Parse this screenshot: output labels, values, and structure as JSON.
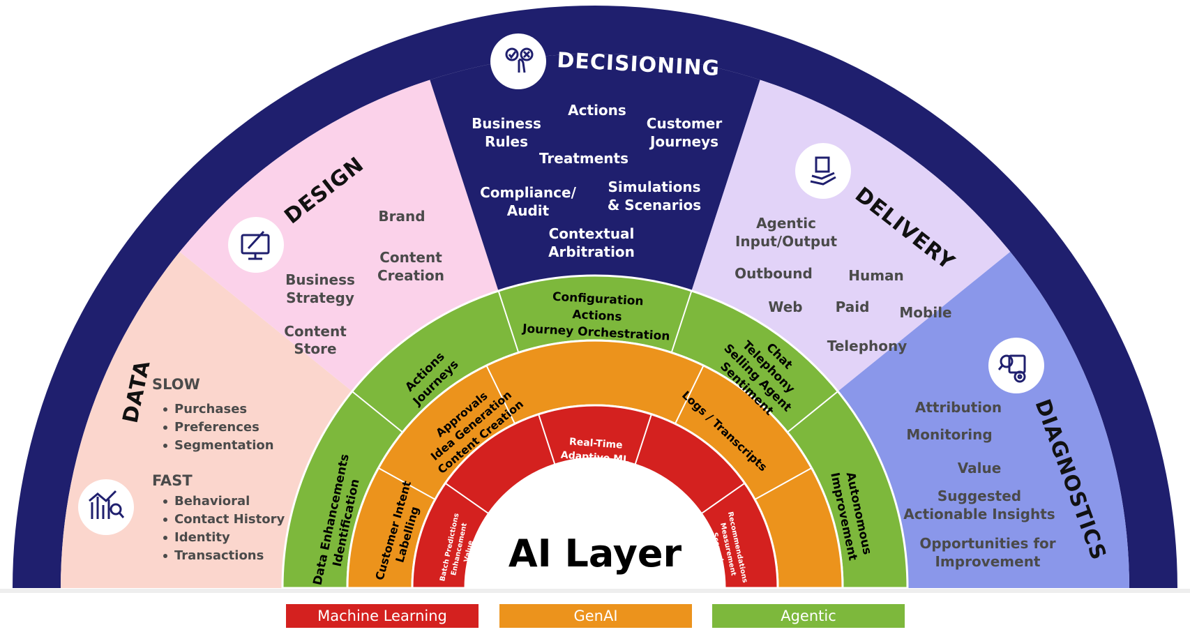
{
  "colors": {
    "navy": "#1f1f6e",
    "data_bg": "#fbd6cd",
    "design_bg": "#fbd2ea",
    "delivery_bg": "#e2d3f8",
    "diagnostics_bg": "#8a97ea",
    "agentic": "#7db83c",
    "genai": "#ec931c",
    "ml": "#d4211f"
  },
  "sections": {
    "data": {
      "title": "DATA",
      "icon": "analytics-chart-icon",
      "slow_heading": "SLOW",
      "slow_items": [
        "Purchases",
        "Preferences",
        "Segmentation"
      ],
      "fast_heading": "FAST",
      "fast_items": [
        "Behavioral",
        "Contact History",
        "Identity",
        "Transactions"
      ]
    },
    "design": {
      "title": "DESIGN",
      "icon": "design-monitor-icon",
      "items": [
        "Brand",
        "Content",
        "Creation",
        "Business",
        "Strategy",
        "Content",
        "Store"
      ]
    },
    "decisioning": {
      "title": "DECISIONING",
      "icon": "decision-check-icon",
      "items": [
        "Business",
        "Rules",
        "Actions",
        "Customer",
        "Journeys",
        "Treatments",
        "Compliance/",
        "Audit",
        "Simulations",
        "& Scenarios",
        "Contextual",
        "Arbitration"
      ]
    },
    "delivery": {
      "title": "DELIVERY",
      "icon": "delivery-hand-icon",
      "items": [
        "Agentic",
        "Input/Output",
        "Outbound",
        "Human",
        "Web",
        "Paid",
        "Mobile",
        "Telephony"
      ]
    },
    "diagnostics": {
      "title": "DIAGNOSTICS",
      "icon": "diagnostics-gear-icon",
      "items": [
        "Attribution",
        "Monitoring",
        "Value",
        "Suggested",
        "Actionable Insights",
        "Opportunities for",
        "Improvement"
      ]
    }
  },
  "rings": {
    "agentic": {
      "data": [
        "Data Enhancements",
        "Identification"
      ],
      "design": [
        "Actions",
        "Journeys"
      ],
      "decisioning": [
        "Configuration",
        "Actions",
        "Journey Orchestration"
      ],
      "delivery": [
        "Chat",
        "Telephony",
        "Selling Agent",
        "Sentiment"
      ],
      "diagnostics": [
        "Autonomous",
        "Improvement"
      ]
    },
    "genai": {
      "data": [
        "Customer Intent",
        "Labelling"
      ],
      "design": [
        "Approvals",
        "Idea Generation",
        "Content Creation"
      ],
      "delivery": [
        "Logs / Transcripts"
      ]
    },
    "ml": {
      "data": [
        "Batch Predictions",
        "Enhancement",
        "Value",
        "Predictions"
      ],
      "decisioning": [
        "Real-Time",
        "Adaptive ML"
      ],
      "diagnostics": [
        "Recommendations",
        "Measurement",
        "Scenarios"
      ]
    }
  },
  "center": {
    "label": "AI Layer"
  },
  "legend": [
    "Machine Learning",
    "GenAI",
    "Agentic"
  ]
}
